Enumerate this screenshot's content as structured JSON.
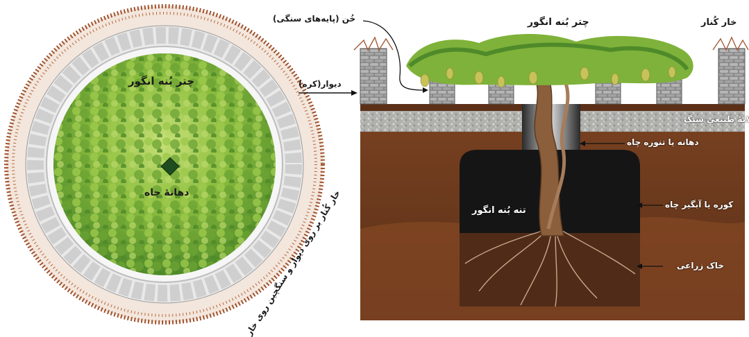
{
  "top_view": {
    "canopy_label": "چتر بُنه انگور",
    "well_mouth_label": "دهانۀ چاه",
    "wall_label": "دیوار(کره)",
    "thorn_label": "خار کُنار بر روی دیوار و سنگچین روی خار"
  },
  "section_view": {
    "khon_label": "خُن (پایه‌های سنگی)",
    "canopy_label": "چتر بُنه انگور",
    "thorn_label": "خار کُنار",
    "stone_layer_label": "لایۀ طبیعی سنگ",
    "well_collar_label": "دهانه یا تنوره چاه",
    "reservoir_label": "کوره یا آبگیر چاه",
    "trunk_label": "تنه بُنه انگور",
    "soil_label": "خاک زراعی"
  },
  "colors": {
    "soil": "#6b3a1f",
    "stone_layer": "#b9b9b6",
    "reservoir": "#151515",
    "canopy": "#7fb23a",
    "stone": "#d8d8d8",
    "thorn": "#a0522d"
  }
}
